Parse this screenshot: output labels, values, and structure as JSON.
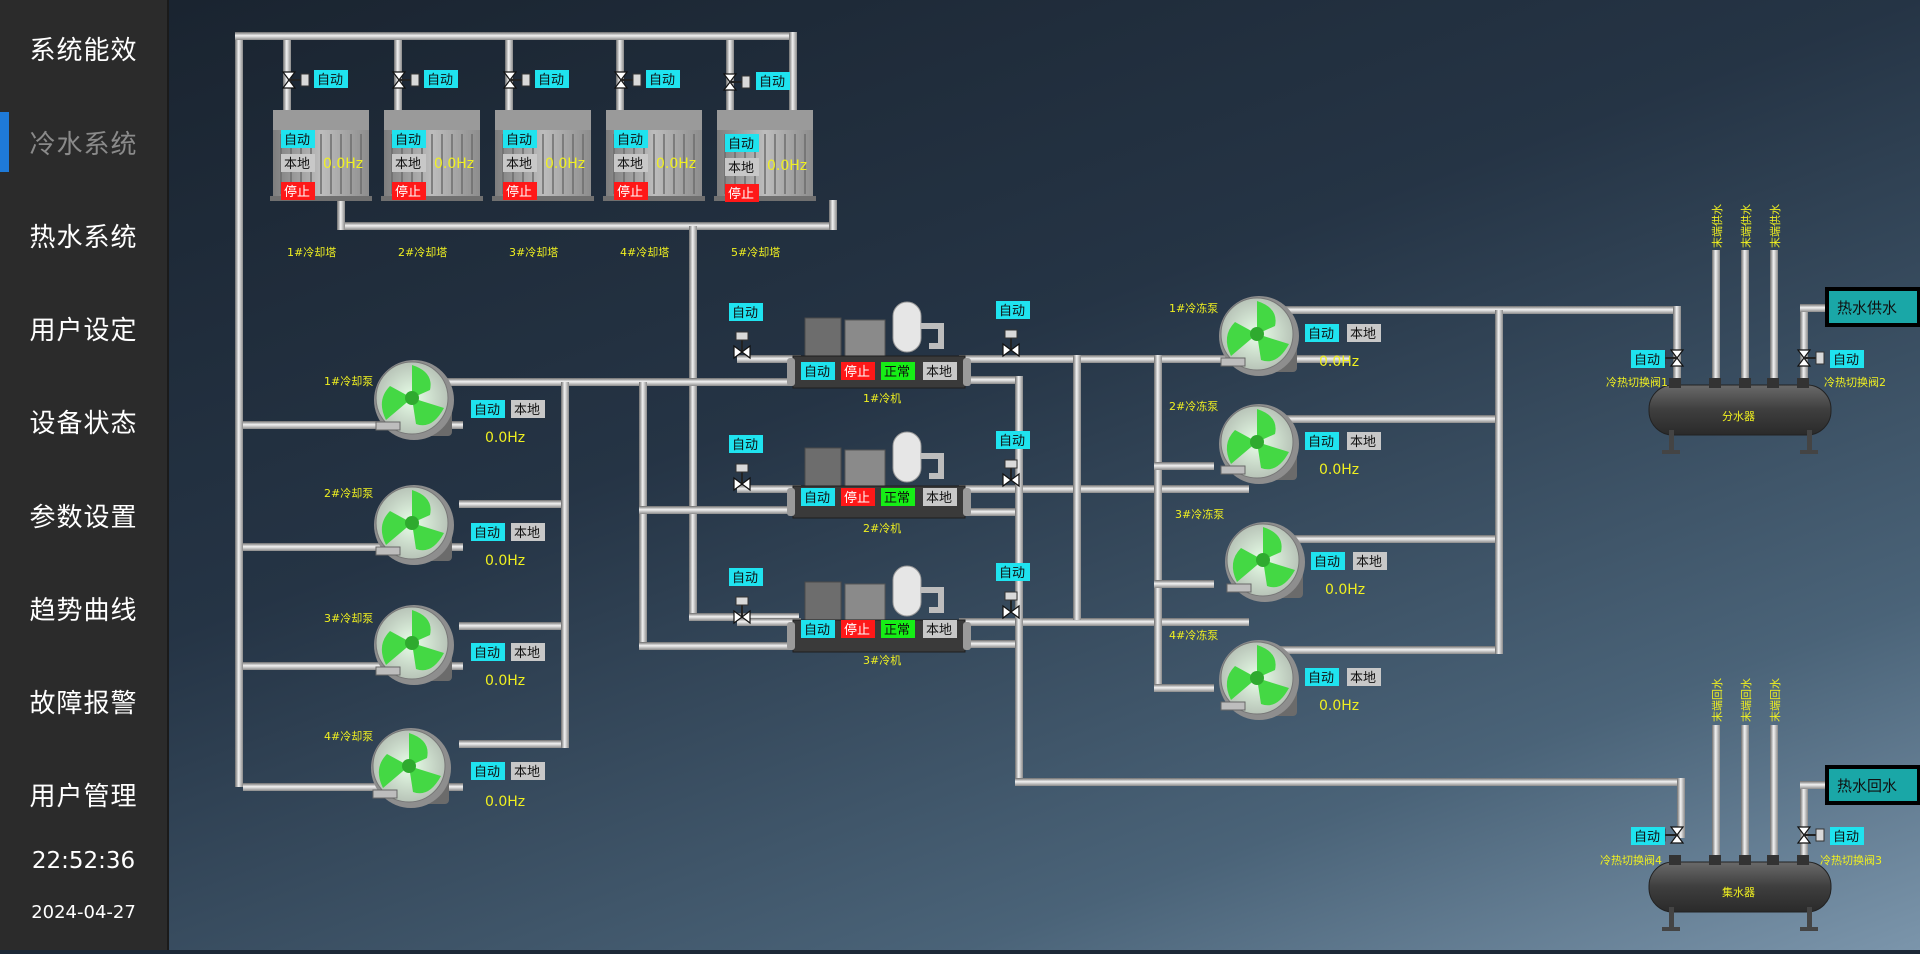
{
  "sidebar": {
    "items": [
      {
        "label": "系统能效"
      },
      {
        "label": "冷水系统",
        "active": true
      },
      {
        "label": "热水系统"
      },
      {
        "label": "用户设定"
      },
      {
        "label": "设备状态"
      },
      {
        "label": "参数设置"
      },
      {
        "label": "趋势曲线"
      },
      {
        "label": "故障报警"
      },
      {
        "label": "用户管理"
      }
    ],
    "time": "22:52:36",
    "date": "2024-04-27"
  },
  "labels": {
    "auto": "自动",
    "local": "本地",
    "stop": "停止",
    "normal": "正常"
  },
  "colors": {
    "auto": "#1fe3ef",
    "local": "#c8c8c8",
    "stop": "#ff1818",
    "normal": "#16ee16",
    "caption": "#f0f020",
    "active_bar": "#1e7ad8"
  },
  "cooling_towers": [
    {
      "name": "1#冷却塔",
      "freq": "0.0Hz"
    },
    {
      "name": "2#冷却塔",
      "freq": "0.0Hz"
    },
    {
      "name": "3#冷却塔",
      "freq": "0.0Hz"
    },
    {
      "name": "4#冷却塔",
      "freq": "0.0Hz"
    },
    {
      "name": "5#冷却塔",
      "freq": "0.0Hz"
    }
  ],
  "cooling_pumps": [
    {
      "name": "1#冷却泵",
      "freq": "0.0Hz"
    },
    {
      "name": "2#冷却泵",
      "freq": "0.0Hz"
    },
    {
      "name": "3#冷却泵",
      "freq": "0.0Hz"
    },
    {
      "name": "4#冷却泵",
      "freq": "0.0Hz"
    }
  ],
  "chillers": [
    {
      "name": "1#冷机"
    },
    {
      "name": "2#冷机"
    },
    {
      "name": "3#冷机"
    }
  ],
  "chilled_pumps": [
    {
      "name": "1#冷冻泵",
      "freq": "0.0Hz"
    },
    {
      "name": "2#冷冻泵",
      "freq": "0.0Hz"
    },
    {
      "name": "3#冷冻泵",
      "freq": "0.0Hz"
    },
    {
      "name": "4#冷冻泵",
      "freq": "0.0Hz"
    }
  ],
  "distributor": {
    "name": "分水器",
    "branches": [
      "末端供水",
      "末端供水",
      "末端供水"
    ],
    "hot_box": "热水供水",
    "valve_left": "冷热切换阀1",
    "valve_right": "冷热切换阀2"
  },
  "collector": {
    "name": "集水器",
    "branches": [
      "末端回水",
      "末端回水",
      "末端回水"
    ],
    "hot_box": "热水回水",
    "valve_left": "冷热切换阀4",
    "valve_right": "冷热切换阀3"
  }
}
